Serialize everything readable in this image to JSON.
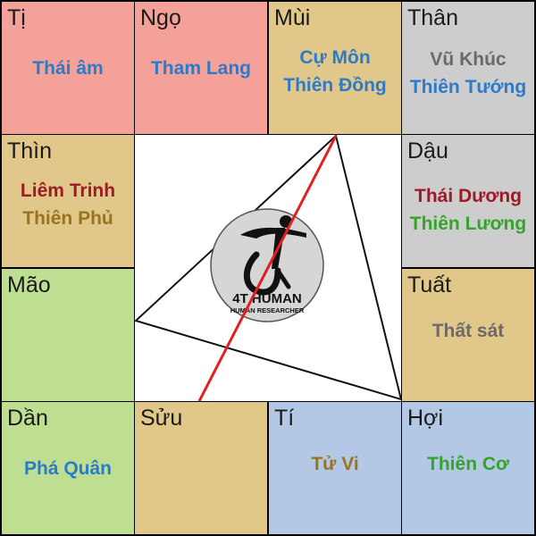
{
  "colors": {
    "pink": "#f4a19a",
    "tan": "#e1c88a",
    "gray": "#cdcdcd",
    "green": "#bedf92",
    "blue": "#b3c8e5",
    "star_blue": "#2c7bc9",
    "star_gray": "#6a6a6a",
    "star_red": "#9c1b26",
    "star_gold": "#9a7320",
    "star_green": "#35a42a",
    "line_red": "#e41e1e"
  },
  "cells": {
    "ti_top": {
      "name": "Tị",
      "stars": [
        "Thái âm"
      ]
    },
    "ngo": {
      "name": "Ngọ",
      "stars": [
        "Tham Lang"
      ]
    },
    "mui": {
      "name": "Mùi",
      "stars": [
        "Cự Môn",
        "Thiên Đồng"
      ]
    },
    "than": {
      "name": "Thân",
      "stars": [
        "Vũ Khúc",
        "Thiên Tướng"
      ]
    },
    "thin": {
      "name": "Thìn",
      "stars": [
        "Liêm Trinh",
        "Thiên Phủ"
      ]
    },
    "dau": {
      "name": "Dậu",
      "stars": [
        "Thái Dương",
        "Thiên Lương"
      ]
    },
    "mao": {
      "name": "Mão",
      "stars": []
    },
    "tuat": {
      "name": "Tuất",
      "stars": [
        "Thất sát"
      ]
    },
    "dan": {
      "name": "Dần",
      "stars": [
        "Phá Quân"
      ]
    },
    "suu": {
      "name": "Sửu",
      "stars": []
    },
    "ti_bottom": {
      "name": "Tí",
      "stars": [
        "Tử Vi"
      ]
    },
    "hoi": {
      "name": "Hợi",
      "stars": [
        "Thiên Cơ"
      ]
    }
  },
  "logo": {
    "brand": "4T HUMAN",
    "tagline": "HUMAN RESEARCHER"
  }
}
